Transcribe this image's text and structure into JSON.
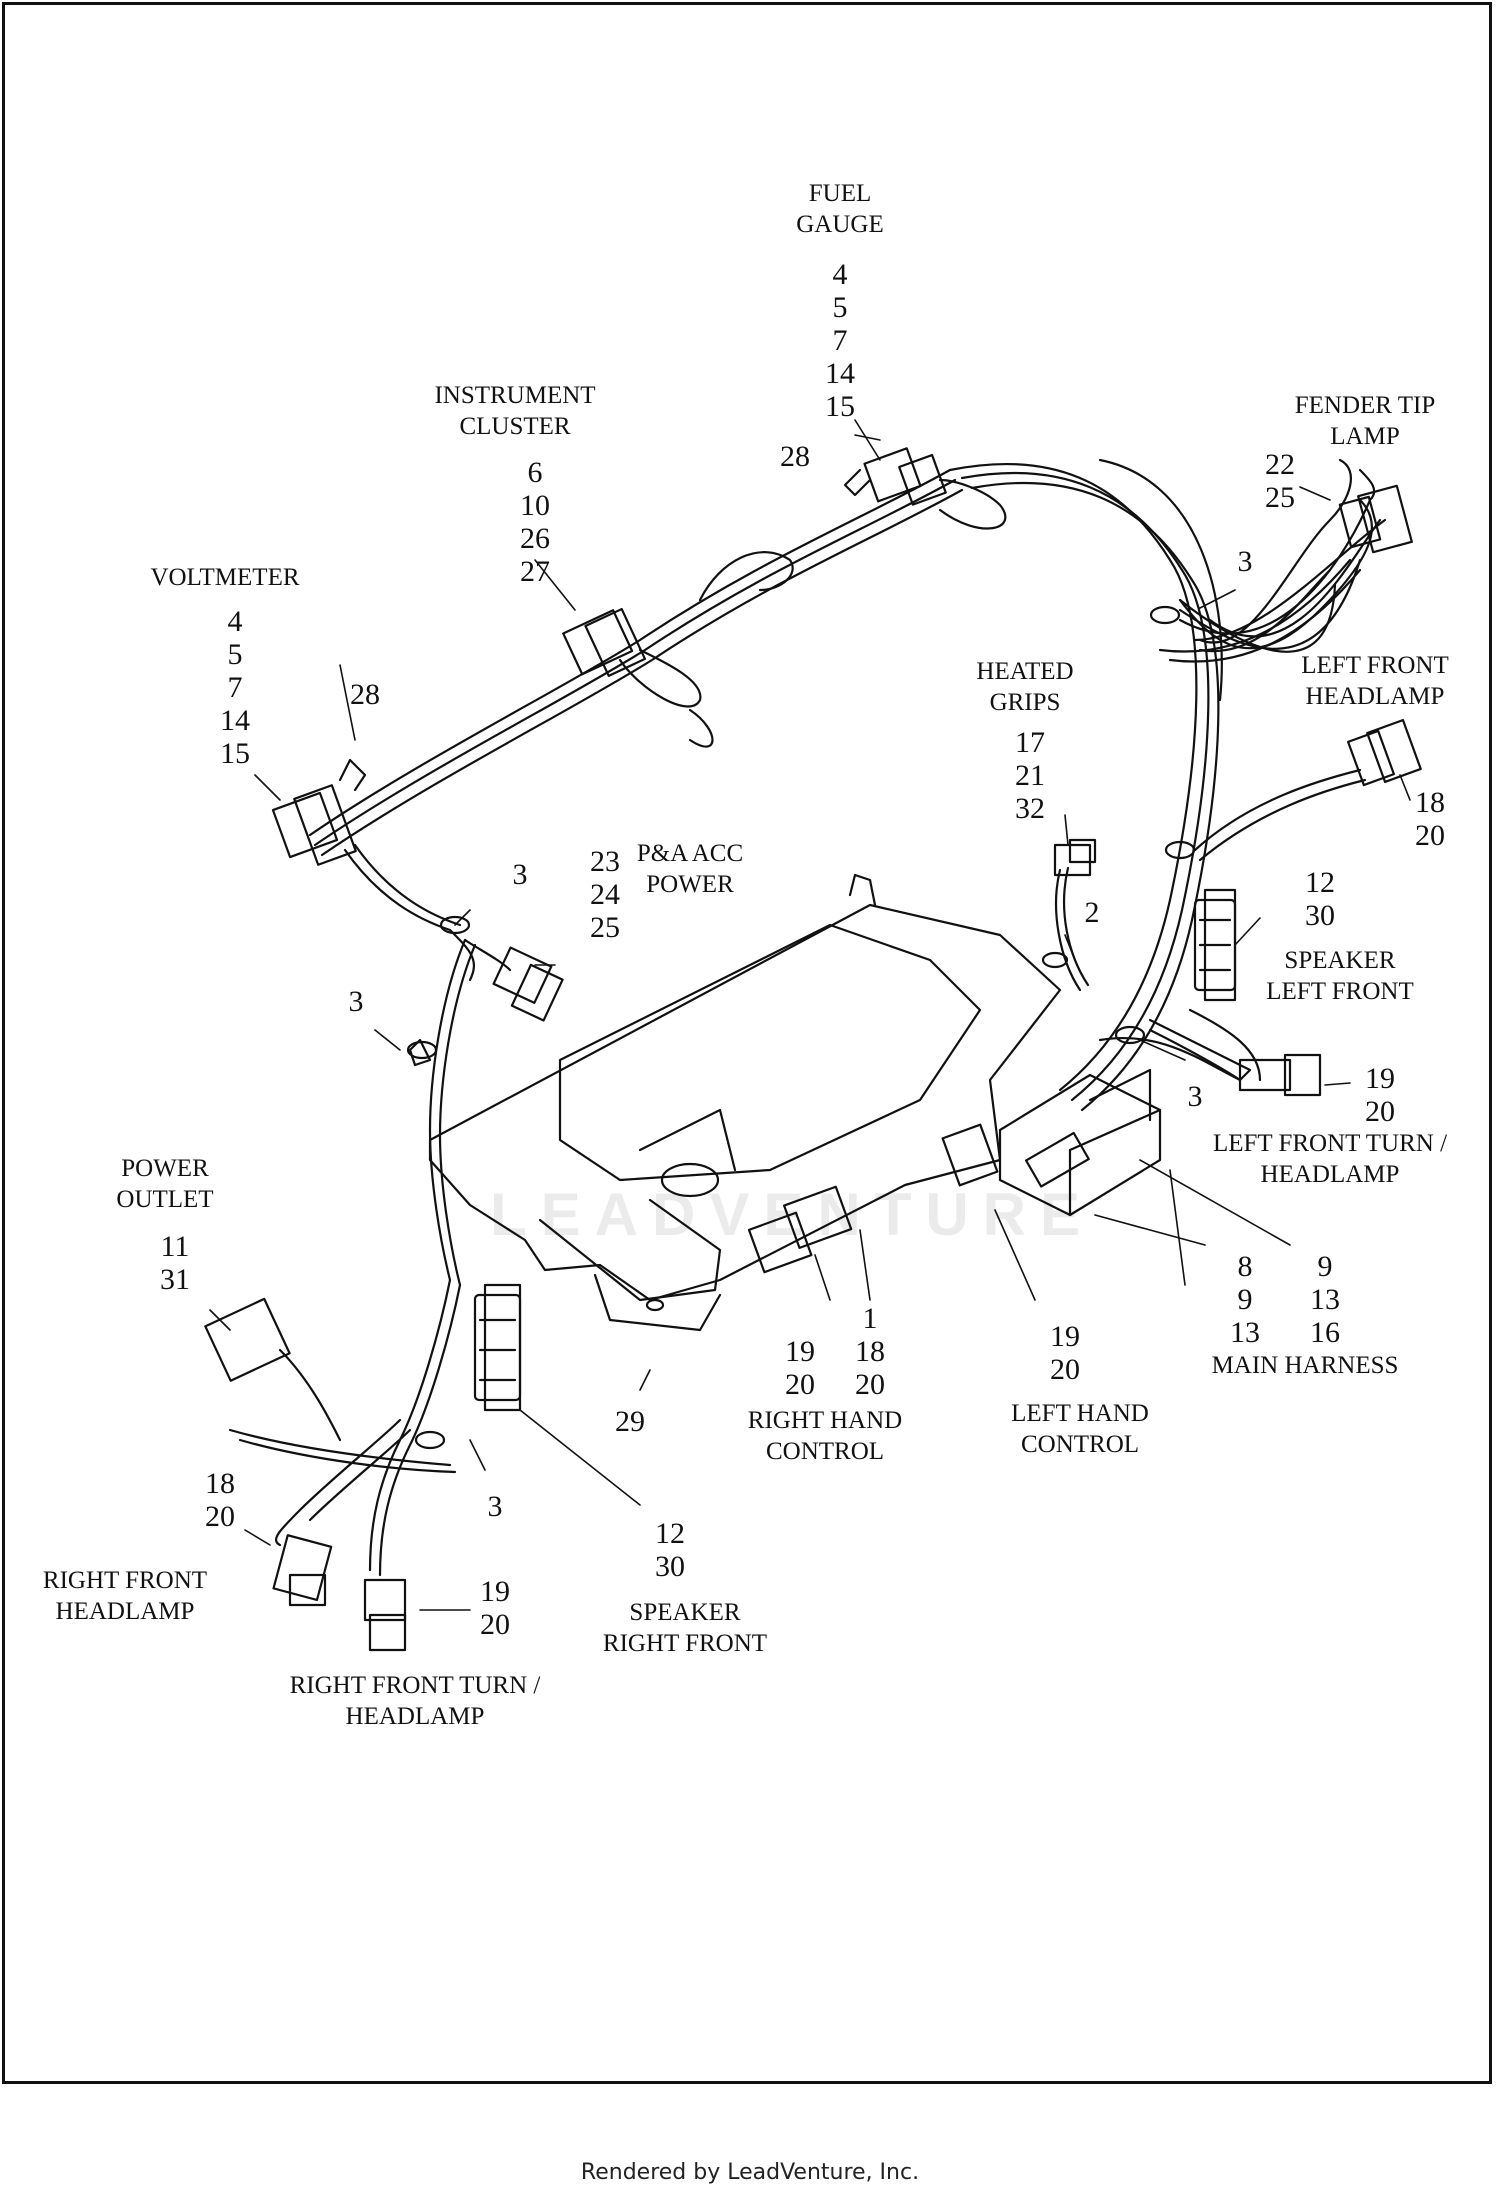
{
  "labels": {
    "fuel_gauge": [
      "FUEL",
      "GAUGE"
    ],
    "fuel_gauge_nums": [
      "4",
      "5",
      "7",
      "14",
      "15"
    ],
    "fuel_28": "28",
    "instrument_cluster": [
      "INSTRUMENT",
      "CLUSTER"
    ],
    "instrument_cluster_nums": [
      "6",
      "10",
      "26",
      "27"
    ],
    "fender_tip_lamp": [
      "FENDER TIP",
      "LAMP"
    ],
    "fender_nums": [
      "22",
      "25"
    ],
    "fender_3": "3",
    "voltmeter": "VOLTMETER",
    "voltmeter_nums": [
      "4",
      "5",
      "7",
      "14",
      "15"
    ],
    "volt_28": "28",
    "heated_grips": [
      "HEATED",
      "GRIPS"
    ],
    "heated_grips_nums": [
      "17",
      "21",
      "32"
    ],
    "left_front_headlamp": [
      "LEFT FRONT",
      "HEADLAMP"
    ],
    "lfh_nums": [
      "18",
      "20"
    ],
    "pa_acc_power": [
      "P&A ACC",
      "POWER"
    ],
    "pa_nums": [
      "23",
      "24",
      "25"
    ],
    "pa_3": "3",
    "grips_2": "2",
    "speaker_left_front": [
      "SPEAKER",
      "LEFT FRONT"
    ],
    "slf_nums": [
      "12",
      "30"
    ],
    "left_3a": "3",
    "left_3b": "3",
    "lft_nums": [
      "19",
      "20"
    ],
    "left_front_turn_headlamp": [
      "LEFT FRONT TURN /",
      "HEADLAMP"
    ],
    "power_outlet": [
      "POWER",
      "OUTLET"
    ],
    "power_outlet_nums": [
      "11",
      "31"
    ],
    "main_harness_nums_a": [
      "8",
      "9",
      "13"
    ],
    "main_harness_nums_b": [
      "9",
      "13",
      "16"
    ],
    "main_harness": "MAIN HARNESS",
    "rhc_nums_a": [
      "19",
      "20"
    ],
    "rhc_nums_b": [
      "1",
      "18",
      "20"
    ],
    "right_hand_control": [
      "RIGHT HAND",
      "CONTROL"
    ],
    "lhc_nums": [
      "19",
      "20"
    ],
    "left_hand_control": [
      "LEFT HAND",
      "CONTROL"
    ],
    "bracket_29": "29",
    "rfh_nums": [
      "18",
      "20"
    ],
    "right_front_headlamp": [
      "RIGHT FRONT",
      "HEADLAMP"
    ],
    "right_3": "3",
    "srf_nums": [
      "12",
      "30"
    ],
    "speaker_right_front": [
      "SPEAKER",
      "RIGHT FRONT"
    ],
    "rft_nums": [
      "19",
      "20"
    ],
    "right_front_turn_headlamp": [
      "RIGHT FRONT TURN /",
      "HEADLAMP"
    ]
  },
  "watermark": "LEADVENTURE",
  "footer": "Rendered by LeadVenture, Inc."
}
